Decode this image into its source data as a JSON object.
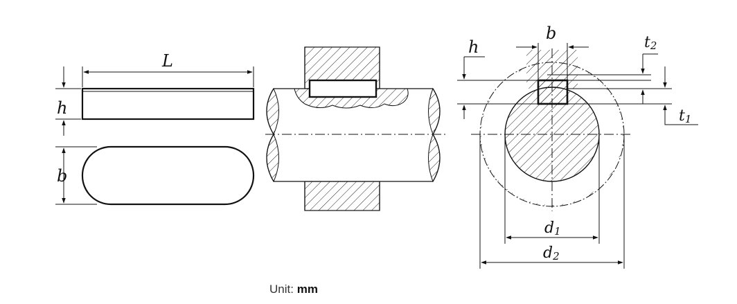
{
  "labels": {
    "L": "L",
    "h_left": "h",
    "b_left": "b",
    "b_top": "b",
    "h_right": "h",
    "t2": "t",
    "t2_sub": "2",
    "t1": "t",
    "t1_sub": "1",
    "d1": "d",
    "d1_sub": "1",
    "d2": "d",
    "d2_sub": "2"
  },
  "unit": {
    "label": "Unit:",
    "value": "mm"
  }
}
